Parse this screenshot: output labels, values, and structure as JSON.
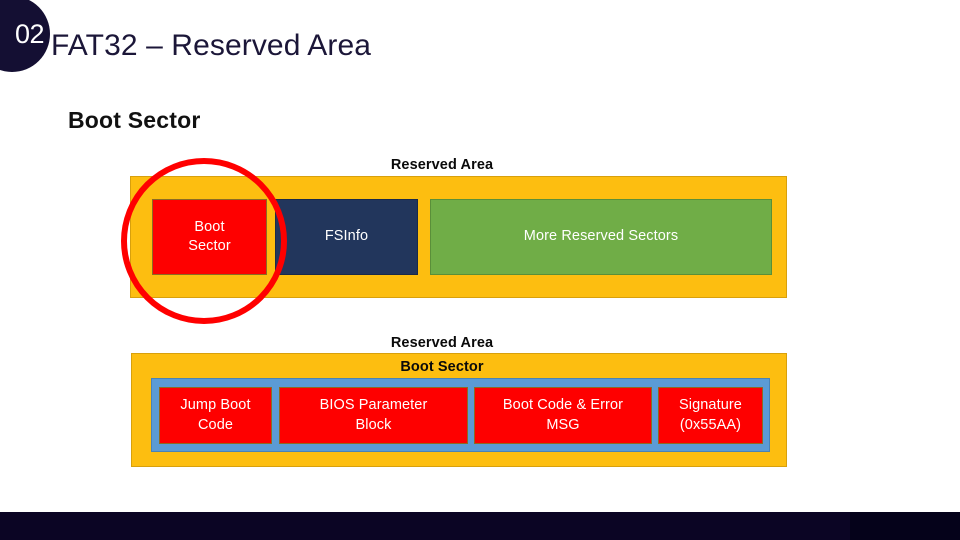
{
  "header": {
    "badge_number": "02",
    "title": "FAT32 – Reserved Area",
    "badge_color": "#140F33",
    "title_color": "#1B1638"
  },
  "section": {
    "heading": "Boot Sector"
  },
  "diagram_one": {
    "caption": "Reserved Area",
    "bar_color": "#FDBE10",
    "blocks": [
      {
        "label": "Boot\nSector",
        "line1": "Boot",
        "line2": "Sector",
        "color": "#FE0000"
      },
      {
        "label": "FSInfo",
        "color": "#22365C"
      },
      {
        "label": "More Reserved Sectors",
        "color": "#70AD47"
      }
    ],
    "annotation": {
      "shape": "ellipse",
      "color": "#FF0000",
      "targets": "Boot Sector"
    }
  },
  "diagram_two": {
    "caption_outer": "Reserved Area",
    "caption_inner": "Boot Sector",
    "bar_color": "#FDBE10",
    "frame_color": "#5B9BD5",
    "blocks": [
      {
        "line1": "Jump Boot",
        "line2": "Code",
        "color": "#FE0000"
      },
      {
        "line1": "BIOS Parameter",
        "line2": "Block",
        "color": "#FE0000"
      },
      {
        "line1": "Boot Code & Error",
        "line2": "MSG",
        "color": "#FE0000"
      },
      {
        "line1": "Signature",
        "line2": "(0x55AA)",
        "color": "#FE0000"
      }
    ]
  },
  "footer": {
    "color": "#0B0524",
    "accent_color": "#05021A"
  }
}
